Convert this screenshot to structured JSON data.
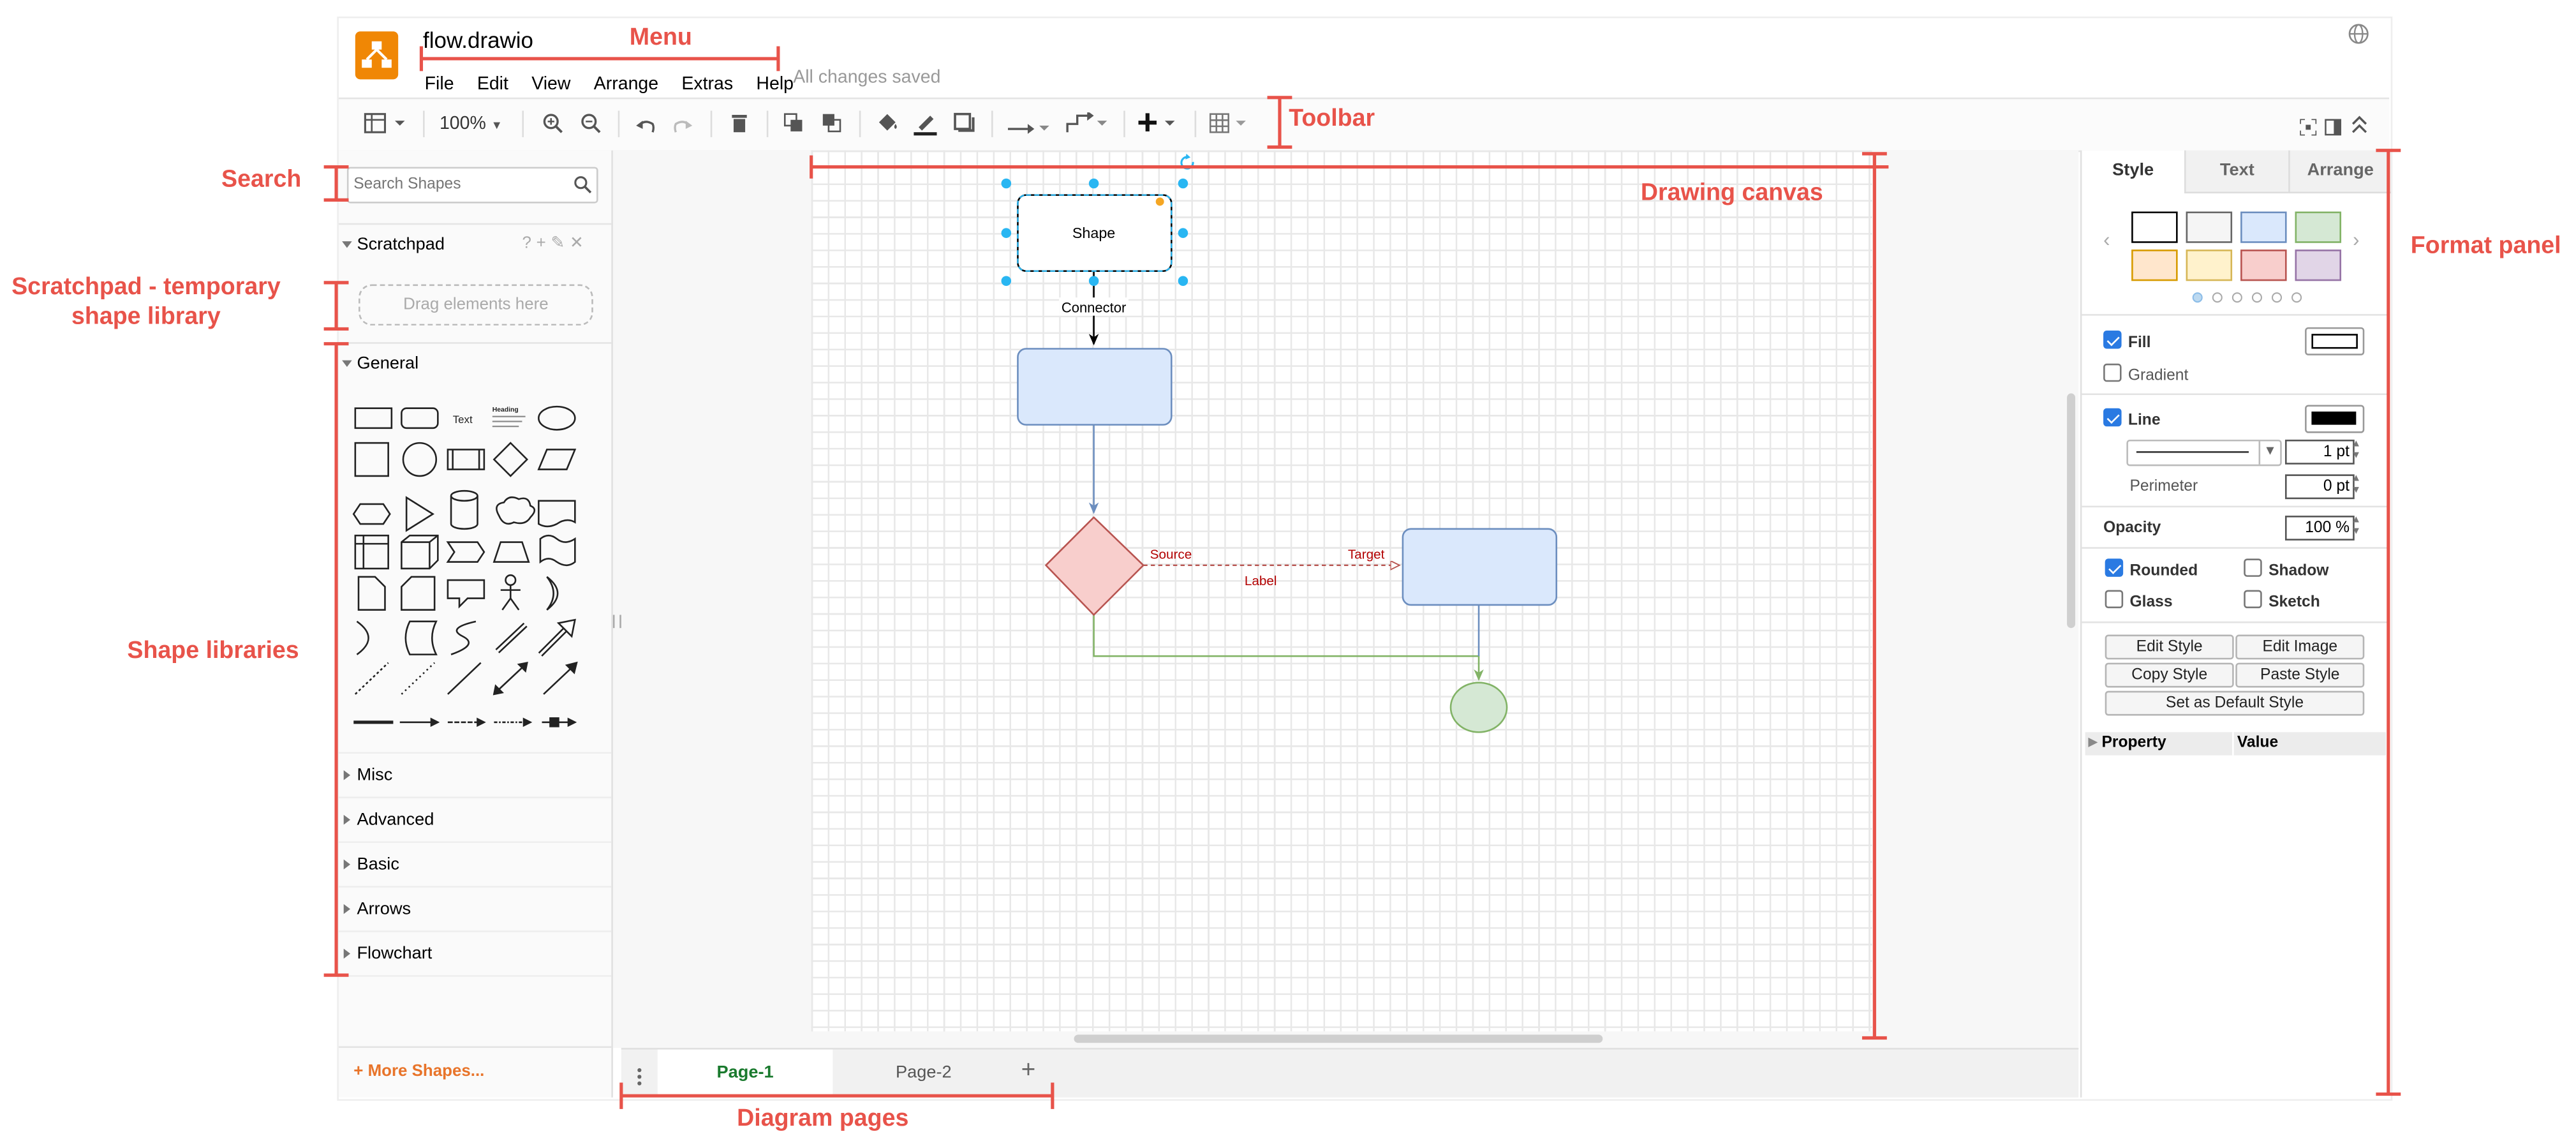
{
  "annotations": {
    "menu": "Menu",
    "toolbar": "Toolbar",
    "search": "Search",
    "scratchpad_line1": "Scratchpad - temporary",
    "scratchpad_line2": "shape library",
    "shape_libraries": "Shape libraries",
    "drawing_canvas": "Drawing canvas",
    "format_panel": "Format panel",
    "diagram_pages": "Diagram pages",
    "color": "#e8534a"
  },
  "app": {
    "logo_color": "#f08705",
    "title": "flow.drawio",
    "menu": [
      "File",
      "Edit",
      "View",
      "Arrange",
      "Extras",
      "Help"
    ],
    "status": "All changes saved",
    "globe_icon": "globe-icon"
  },
  "toolbar": {
    "zoom": "100%",
    "icons": [
      "view-icon",
      "zoom-in-icon",
      "zoom-out-icon",
      "undo-icon",
      "redo-icon",
      "delete-icon",
      "to-front-icon",
      "to-back-icon",
      "fill-color-icon",
      "line-color-icon",
      "shadow-icon",
      "connection-icon",
      "waypoints-icon",
      "insert-icon",
      "table-icon",
      "fullscreen-icon",
      "format-toggle-icon",
      "collapse-icon"
    ]
  },
  "sidebar": {
    "search_placeholder": "Search Shapes",
    "scratchpad_title": "Scratchpad",
    "scratchpad_drop": "Drag elements here",
    "general_title": "General",
    "general_text_shape": "Text",
    "general_heading_shape": "Heading",
    "libraries": [
      "Misc",
      "Advanced",
      "Basic",
      "Arrows",
      "Flowchart"
    ],
    "more_shapes": "+ More Shapes..."
  },
  "canvas": {
    "shape_label": "Shape",
    "connector_label": "Connector",
    "source_label": "Source",
    "target_label": "Target",
    "edge_label": "Label",
    "colors": {
      "blue_fill": "#dae8fc",
      "blue_stroke": "#6c8ebf",
      "red_fill": "#f8cecc",
      "red_stroke": "#b85450",
      "green_fill": "#d5e8d4",
      "green_stroke": "#82b366",
      "selection": "#29b6f2"
    }
  },
  "pages": {
    "items": [
      "Page-1",
      "Page-2"
    ],
    "active": "Page-1",
    "active_color": "#1a7a2e"
  },
  "format": {
    "tabs": [
      "Style",
      "Text",
      "Arrange"
    ],
    "swatches": [
      "#ffffff",
      "#f5f5f5",
      "#dae8fc",
      "#d5e8d4",
      "#ffe6cc",
      "#fff2cc",
      "#f8cecc",
      "#e1d5e7"
    ],
    "fill_label": "Fill",
    "gradient_label": "Gradient",
    "line_label": "Line",
    "line_width": "1 pt",
    "perimeter_label": "Perimeter",
    "perimeter_value": "0 pt",
    "opacity_label": "Opacity",
    "opacity_value": "100 %",
    "rounded_label": "Rounded",
    "shadow_label": "Shadow",
    "glass_label": "Glass",
    "sketch_label": "Sketch",
    "buttons": {
      "edit_style": "Edit Style",
      "edit_image": "Edit Image",
      "copy_style": "Copy Style",
      "paste_style": "Paste Style",
      "set_default": "Set as Default Style"
    },
    "property_header": "Property",
    "value_header": "Value"
  }
}
